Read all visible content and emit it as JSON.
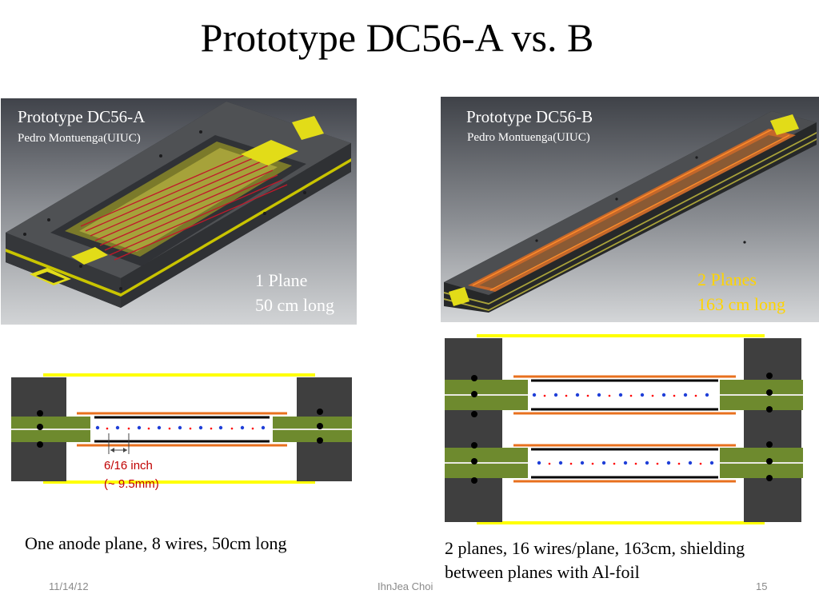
{
  "slide": {
    "title": "Prototype DC56-A vs. B",
    "footer": {
      "date": "11/14/12",
      "author": "IhnJea Choi",
      "page_number": "15"
    }
  },
  "prototype_a": {
    "name": "Prototype DC56-A",
    "credit": "Pedro Montuenga(UIUC)",
    "planes": "1 Plane",
    "length": "50 cm long",
    "wire_spacing": "6/16 inch",
    "wire_spacing_mm": "(~ 9.5mm)",
    "description": "One anode plane, 8 wires, 50cm long"
  },
  "prototype_b": {
    "name": "Prototype DC56-B",
    "credit": "Pedro Montuenga(UIUC)",
    "planes": "2 Planes",
    "length": "163 cm long",
    "description_line1": "2 planes, 16 wires/plane, 163cm, shielding",
    "description_line2": "between planes with Al-foil"
  },
  "colors": {
    "label_b_text": "#ffd400",
    "dimension_text": "#c00000",
    "wire_blue": "#1f3fd8",
    "wire_red": "#ff0000",
    "frame_dark": "#3f3f3f",
    "board_green": "#6e8a2e",
    "cathode_orange": "#e8701e",
    "shield_yellow": "#ffff00"
  }
}
